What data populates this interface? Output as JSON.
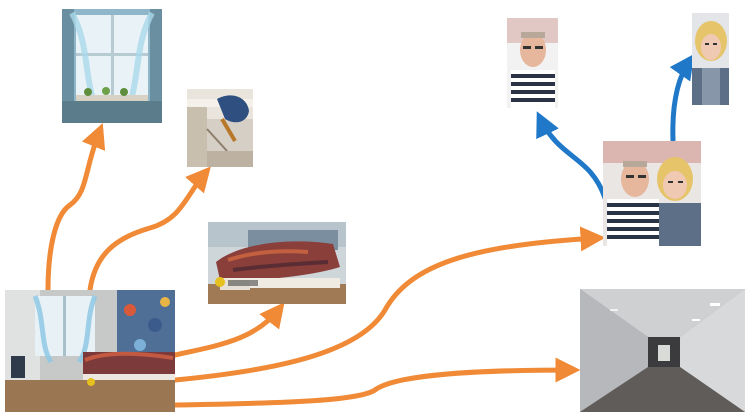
{
  "diagram": {
    "arrow_colors": {
      "primary": "#f08a36",
      "secondary": "#1f78c8"
    },
    "nodes": [
      {
        "id": "bedroom-wide",
        "description": "room"
      },
      {
        "id": "window",
        "description": "window"
      },
      {
        "id": "chair-corner",
        "description": "chair"
      },
      {
        "id": "bed",
        "description": "bed"
      },
      {
        "id": "couple-selfie",
        "description": "selfie"
      },
      {
        "id": "man-portrait",
        "description": "man"
      },
      {
        "id": "woman-portrait",
        "description": "woman"
      },
      {
        "id": "tunnel",
        "description": "tunnel"
      }
    ],
    "edges": [
      {
        "from": "bedroom-wide",
        "to": "window",
        "color": "primary"
      },
      {
        "from": "bedroom-wide",
        "to": "chair-corner",
        "color": "primary"
      },
      {
        "from": "bedroom-wide",
        "to": "bed",
        "color": "primary"
      },
      {
        "from": "bedroom-wide",
        "to": "couple-selfie",
        "color": "primary"
      },
      {
        "from": "bedroom-wide",
        "to": "tunnel",
        "color": "primary"
      },
      {
        "from": "couple-selfie",
        "to": "man-portrait",
        "color": "secondary"
      },
      {
        "from": "couple-selfie",
        "to": "woman-portrait",
        "color": "secondary"
      }
    ]
  }
}
